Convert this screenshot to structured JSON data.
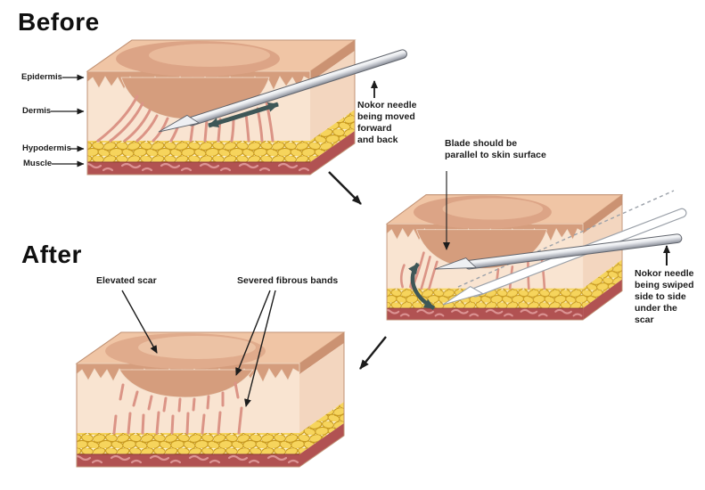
{
  "figure": {
    "subject": "Subcision of a depressed scar with a Nokor needle"
  },
  "titles": {
    "before": "Before",
    "after": "After"
  },
  "skin_layers": {
    "epidermis": "Epidermis",
    "dermis": "Dermis",
    "hypodermis": "Hypodermis",
    "muscle": "Muscle"
  },
  "annotations": {
    "needle_forward": "Nokor needle\nbeing moved\nforward\nand back",
    "blade_parallel": "Blade should be\nparallel to skin surface",
    "needle_swipe": "Nokor needle\nbeing swiped\nside to side\nunder the\nscar",
    "elevated_scar": "Elevated scar",
    "severed_bands": "Severed fibrous bands"
  },
  "colors": {
    "background": "#ffffff",
    "skin_top_face": "#f0c5a5",
    "epidermis": "#d59d7d",
    "dermis": "#f9e4d1",
    "scar": "#dca486",
    "fibrous_band": "#db9486",
    "fat": "#f6d45c",
    "fat_background": "#fcefc6",
    "muscle": "#b15252",
    "needle_steel": "#c7cad1",
    "motion_arrow": "#3e5757",
    "leader_arrow": "#1c1c1c",
    "dashed_guide": "#9ba1a9",
    "text": "#1c1c1c"
  }
}
